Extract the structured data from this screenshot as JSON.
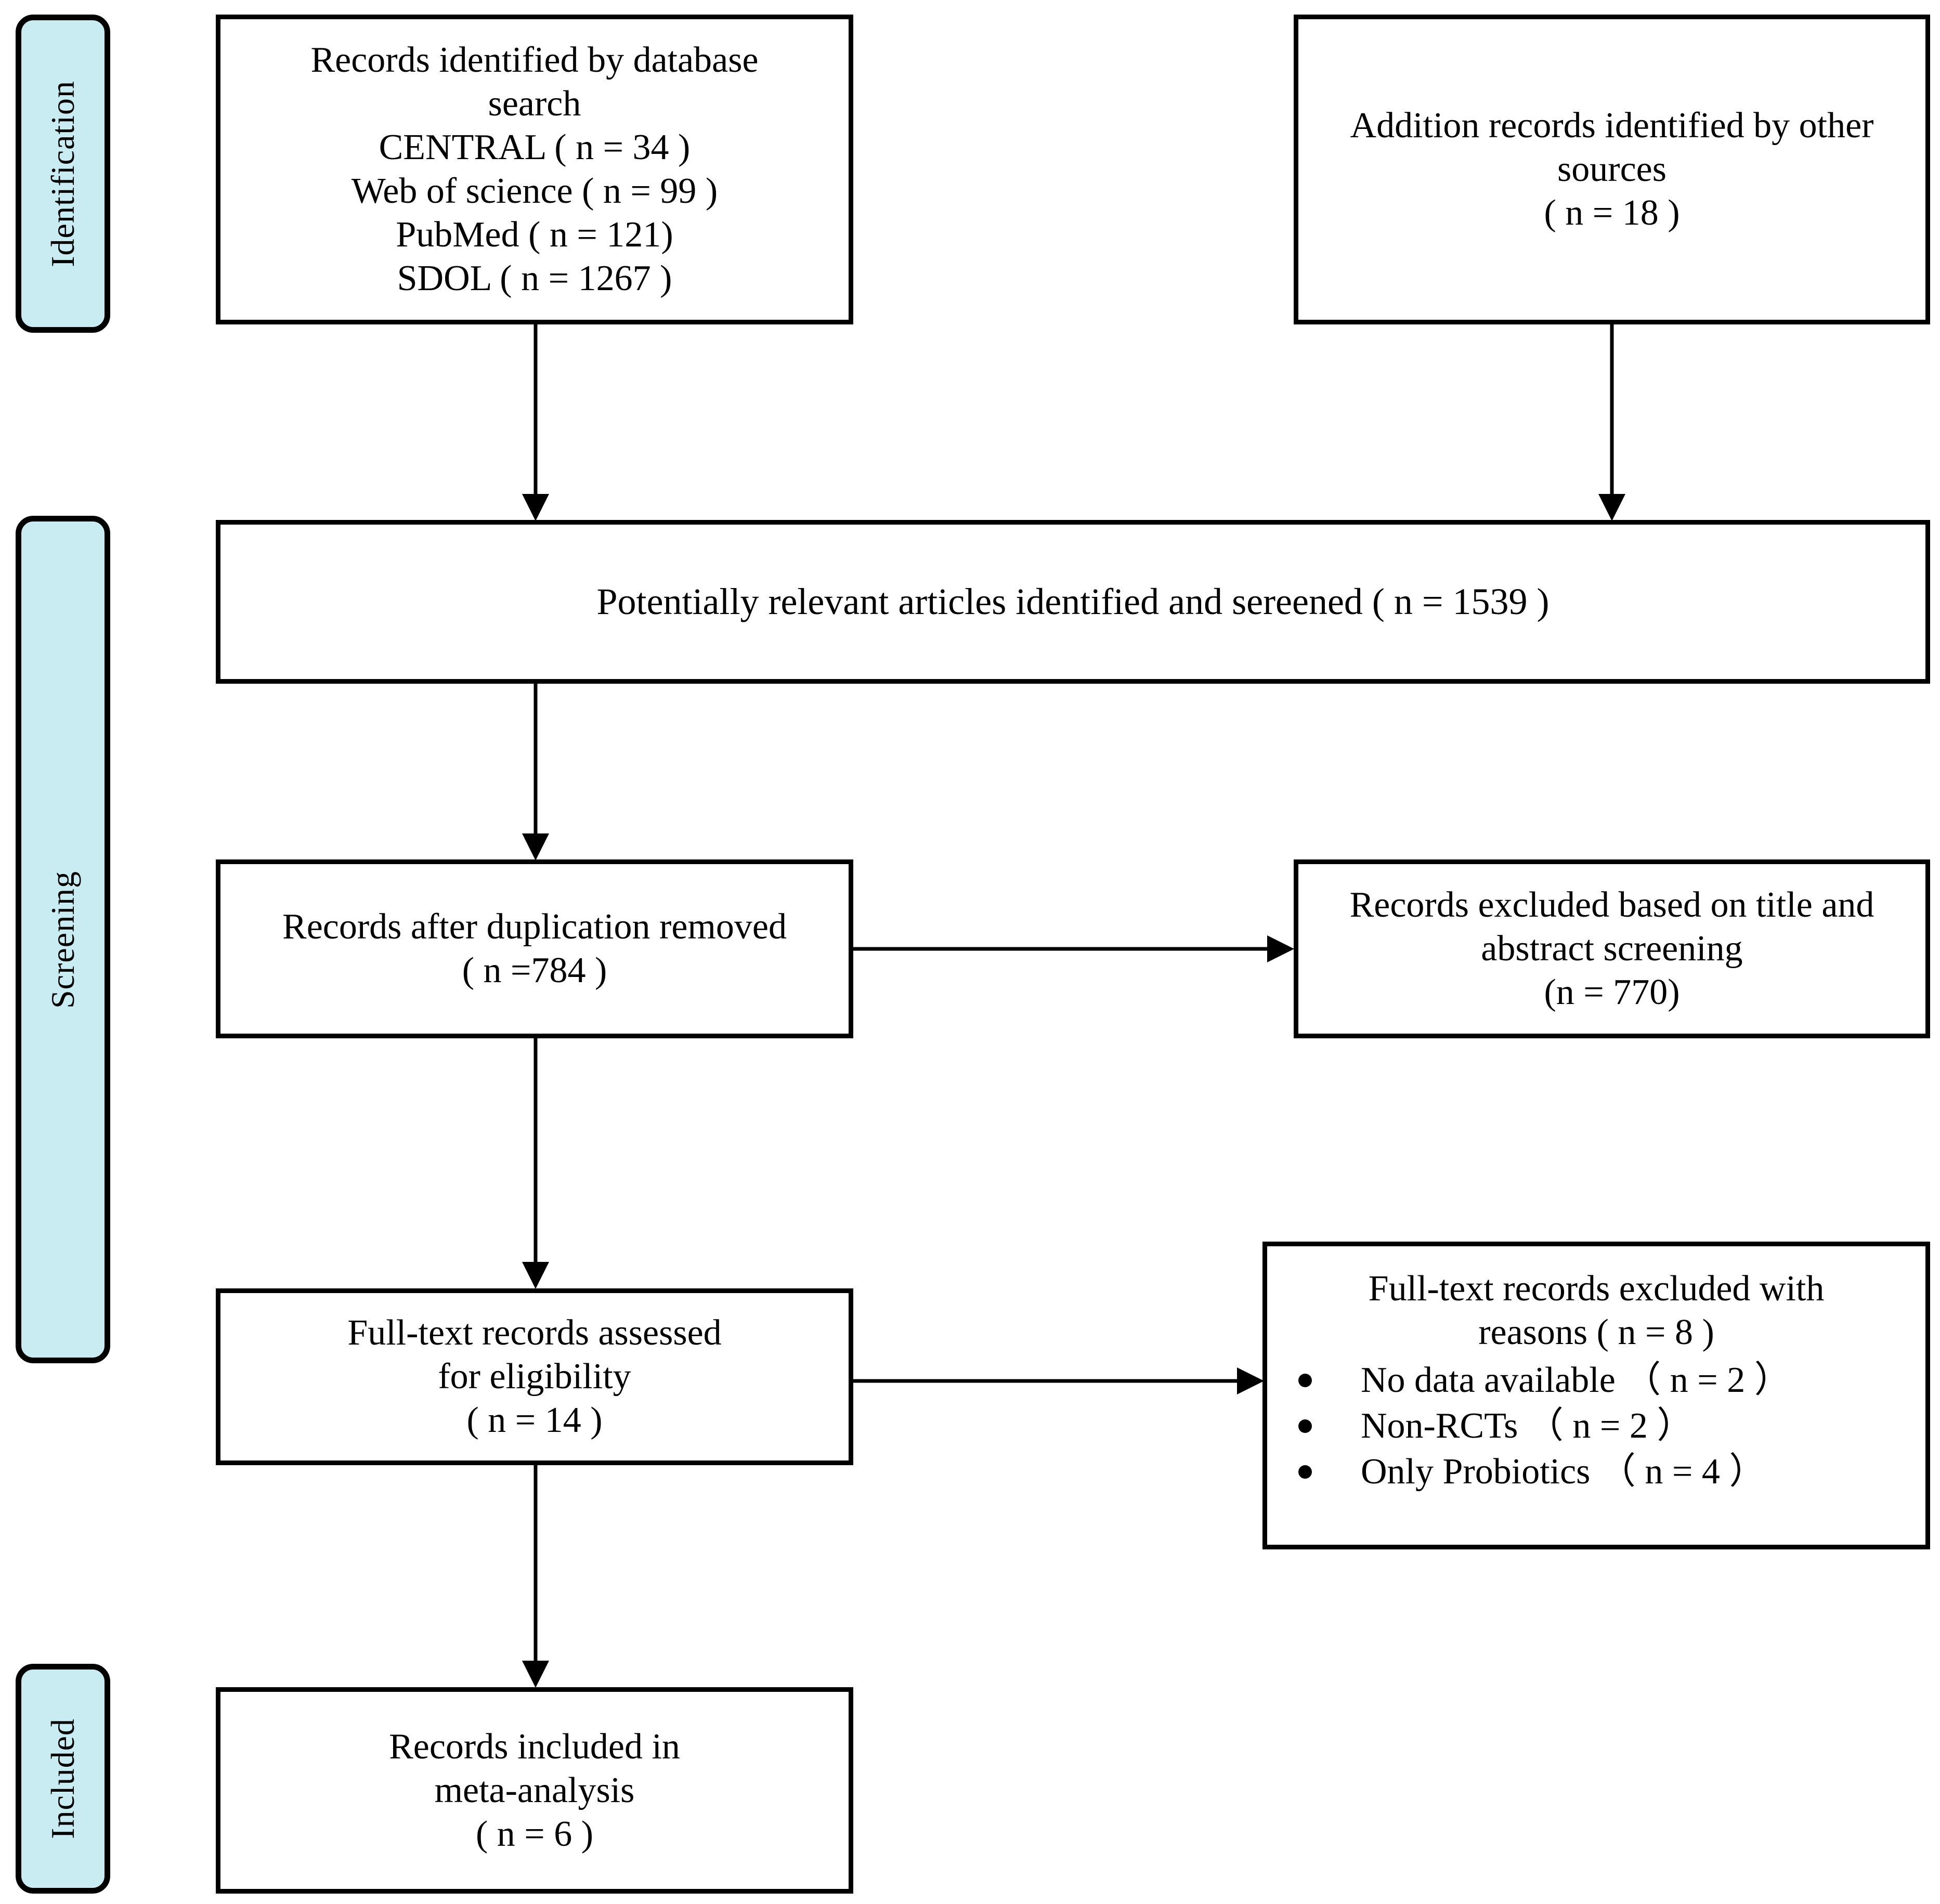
{
  "figure": {
    "type": "prisma-flow-diagram",
    "background_color": "#ffffff",
    "stage_label_color": "#c9ecf3",
    "line_color": "#000000"
  },
  "stages": [
    {
      "id": "identification",
      "label": "Identification"
    },
    {
      "id": "screening",
      "label": "Screening"
    },
    {
      "id": "included",
      "label": "Included"
    }
  ],
  "nodes": {
    "database_search": {
      "text": "Records identified by database\nsearch\nCENTRAL ( n = 34 )\nWeb of science ( n = 99 )\nPubMed ( n = 121)\nSDOL ( n = 1267 )"
    },
    "other_sources": {
      "text": "Addition records identified by other\nsources\n( n = 18 )"
    },
    "screened": {
      "text": "Potentially relevant articles identified and sereened ( n = 1539 )"
    },
    "after_duplicates": {
      "text": "Records after duplication removed\n( n =784 )"
    },
    "excluded_title_abstract": {
      "text": "Records excluded based on title and\nabstract screening\n(n = 770)"
    },
    "fulltext_assessed": {
      "text": "Full-text records assessed\nfor eligibility\n( n = 14 )"
    },
    "excluded_reasons": {
      "heading": "Full-text records excluded with\nreasons ( n = 8 )",
      "items": [
        "No data available （ n = 2 ）",
        "Non-RCTs （ n = 2 ）",
        "Only Probiotics （ n = 4 ）"
      ]
    },
    "included_meta": {
      "text": "Records included in\nmeta-analysis\n( n = 6 )"
    }
  },
  "chart_data": {
    "type": "flow",
    "title": "PRISMA study selection flow",
    "counts": {
      "CENTRAL": 34,
      "Web of science": 99,
      "PubMed": 121,
      "SDOL": 1267,
      "Additional records from other sources": 18,
      "Potentially relevant articles identified and screened": 1539,
      "Records after duplication removed": 784,
      "Records excluded based on title and abstract screening": 770,
      "Full-text records assessed for eligibility": 14,
      "Full-text records excluded with reasons": 8,
      "No data available": 2,
      "Non-RCTs": 2,
      "Only Probiotics": 4,
      "Records included in meta-analysis": 6
    }
  }
}
